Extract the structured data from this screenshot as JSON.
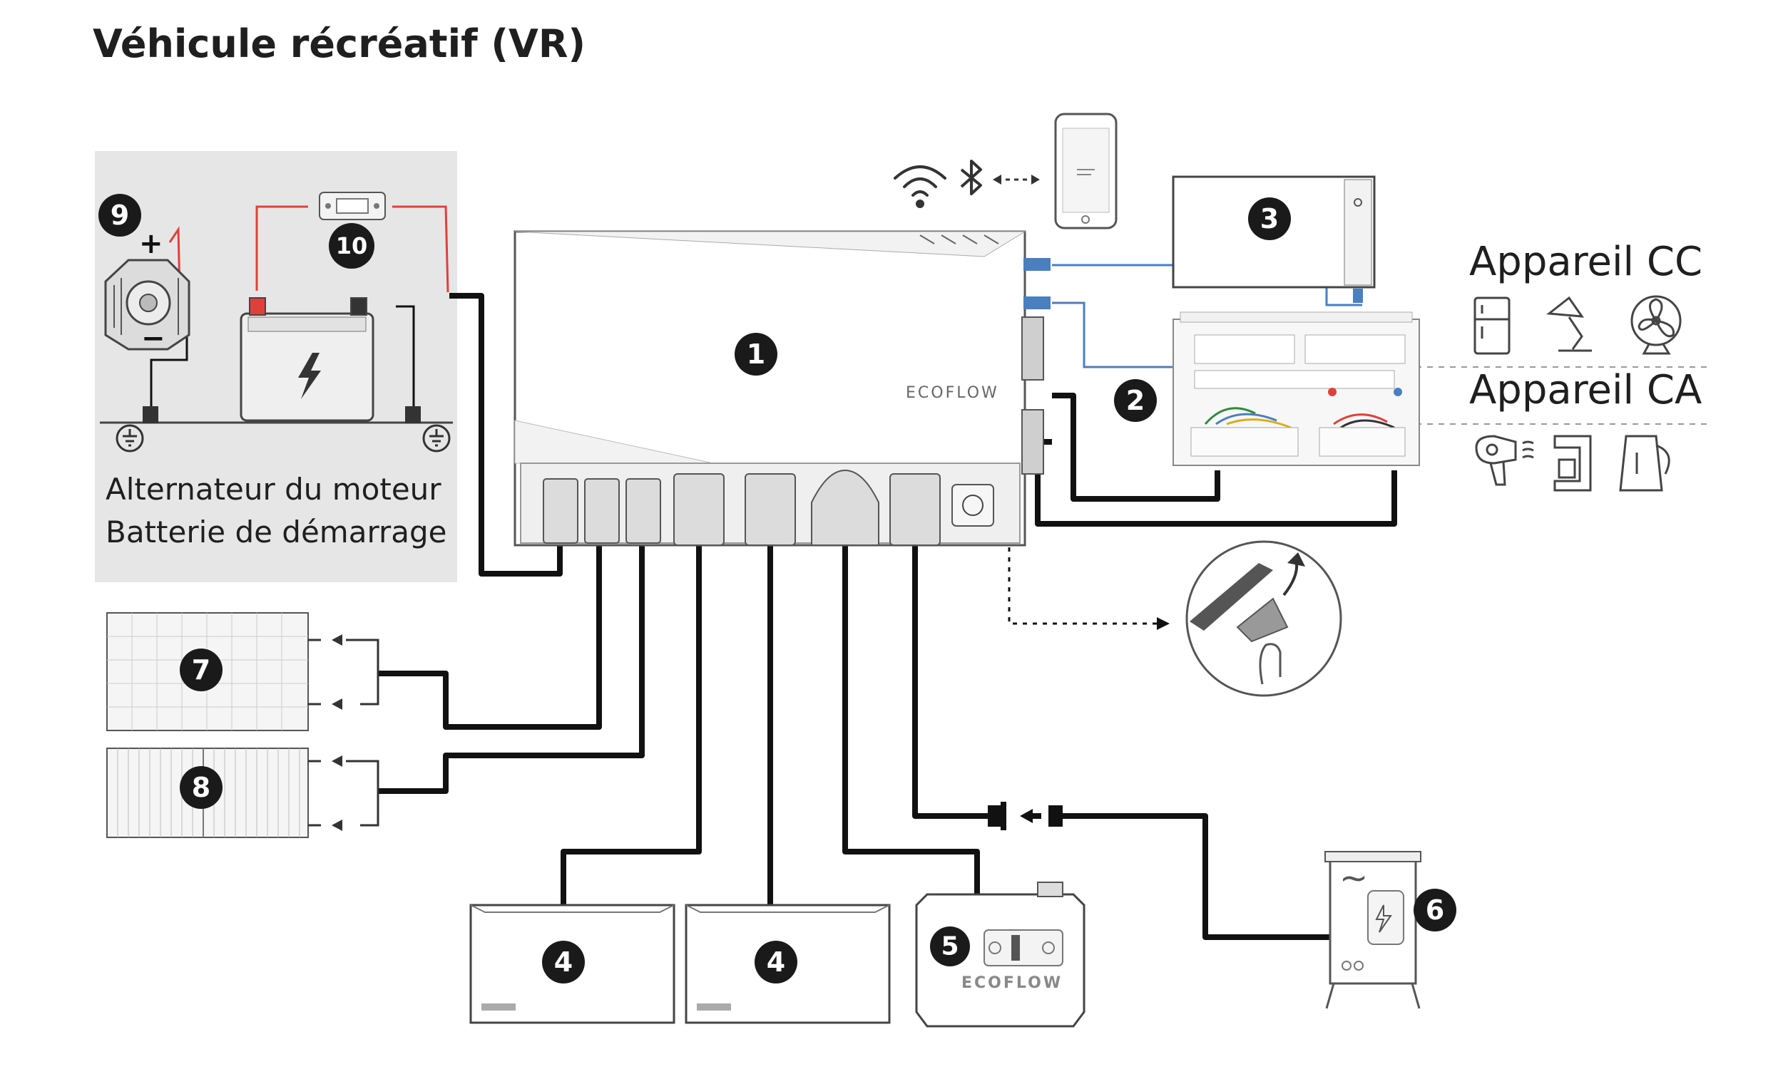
{
  "title": "Véhicule récréatif (VR)",
  "labels": {
    "engine_alternator": "Alternateur du moteur",
    "starter_battery": "Batterie de démarrage",
    "dc_appliance": "Appareil CC",
    "ac_appliance": "Appareil CA"
  },
  "device_text": {
    "hub_brand": "ECOFLOW",
    "generator_brand": "ECOFLOW"
  },
  "badges": [
    "1",
    "2",
    "3",
    "4",
    "4",
    "5",
    "6",
    "7",
    "8",
    "9",
    "10"
  ],
  "symbols": {
    "plus": "+",
    "minus": "−",
    "ac_wave": "~"
  },
  "icons": {
    "wifi": "wifi-icon",
    "bluetooth": "bluetooth-icon",
    "phone": "smartphone-icon",
    "fridge": "fridge-icon",
    "lamp": "lamp-icon",
    "fan": "fan-icon",
    "hair_dryer": "hair-dryer-icon",
    "coffee_maker": "coffee-maker-icon",
    "kettle": "kettle-icon",
    "ground": "ground-icon",
    "lightning": "lightning-icon"
  },
  "colors": {
    "badge": "#1a1a1a",
    "cable": "#111111",
    "positive_wire": "#e0403a",
    "comm_wire": "#4a7fc0",
    "panel_bg": "#e6e6e6"
  }
}
